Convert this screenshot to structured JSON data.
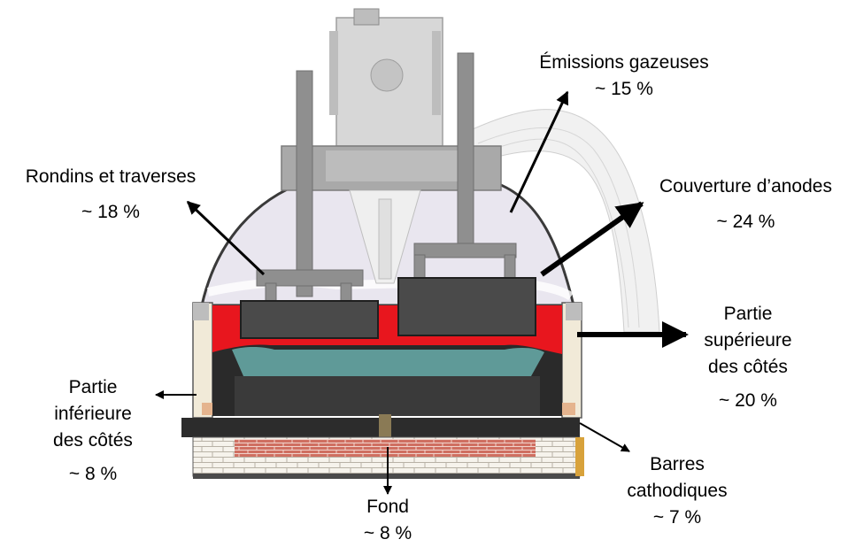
{
  "labels": {
    "gaz": {
      "name": "Émissions gazeuses",
      "pct": "~ 15 %"
    },
    "rondins": {
      "name": "Rondins et traverses",
      "pct": "~ 18 %"
    },
    "anodes": {
      "name": "Couverture d’anodes",
      "pct": "~ 24 %"
    },
    "sup": {
      "line1": "Partie",
      "line2": "supérieure",
      "line3": "des côtés",
      "pct": "~ 20 %"
    },
    "inf": {
      "line1": "Partie",
      "line2": "inférieure",
      "line3": "des côtés",
      "pct": "~ 8 %"
    },
    "barres": {
      "line1": "Barres",
      "line2": "cathodiques",
      "pct": "~ 7 %"
    },
    "fond": {
      "name": "Fond",
      "pct": "~ 8 %"
    }
  },
  "colors": {
    "bath_red": "#e8161e",
    "metal_teal": "#5f9a98",
    "carbon_dark": "#3a3a3a",
    "steel_grey": "#8f8f8f",
    "brick_red": "#c9695c",
    "hood_lavender": "#e9e6ef"
  }
}
